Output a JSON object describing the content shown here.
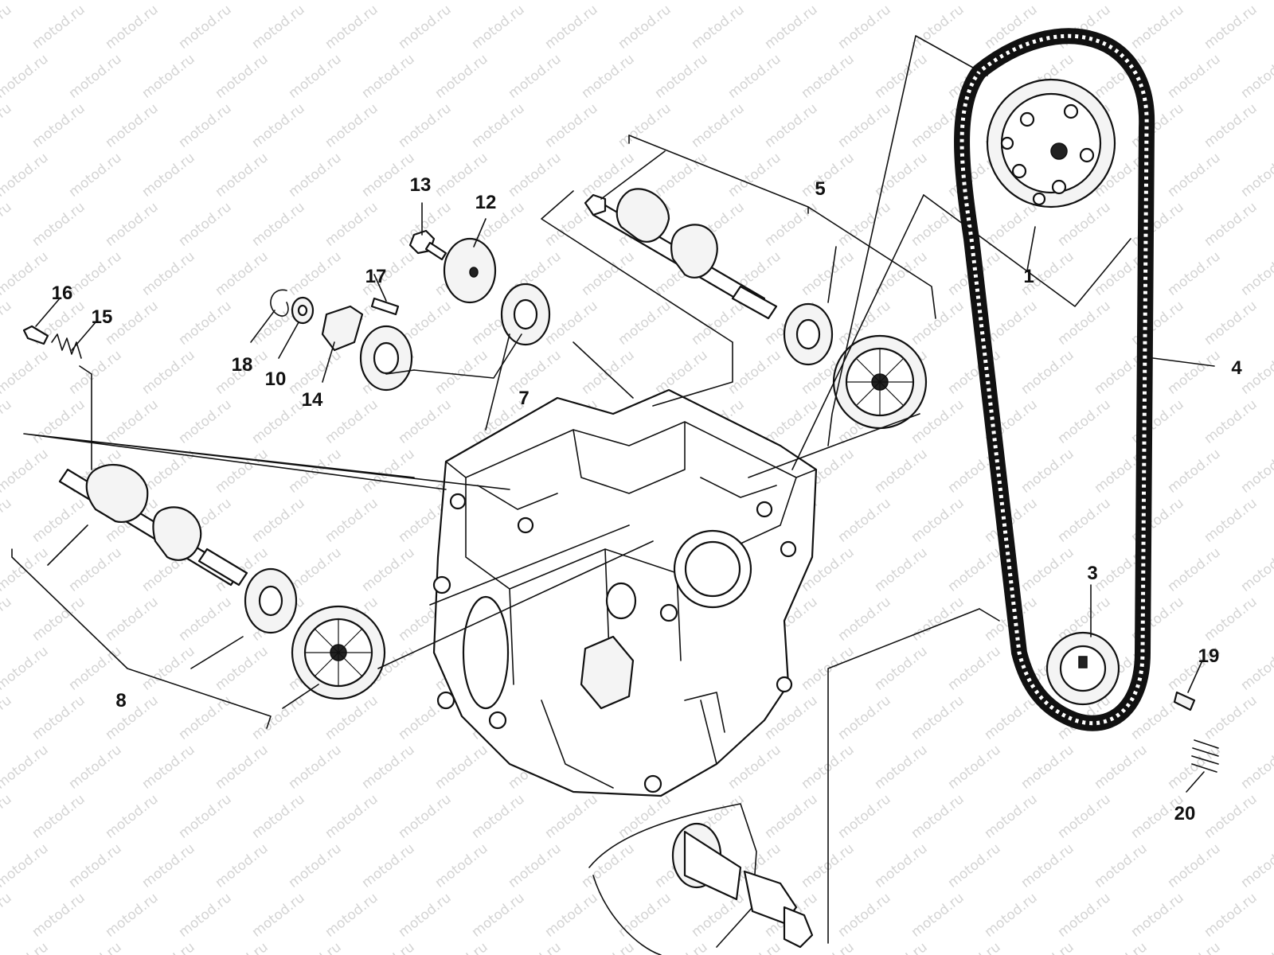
{
  "watermark": {
    "text": "motod.ru"
  },
  "colors": {
    "ink": "#111111",
    "paper": "#ffffff",
    "watermark": "#d4d4d4"
  },
  "callouts": [
    {
      "id": "1",
      "label": "1"
    },
    {
      "id": "3",
      "label": "3"
    },
    {
      "id": "4",
      "label": "4"
    },
    {
      "id": "5",
      "label": "5"
    },
    {
      "id": "7",
      "label": "7"
    },
    {
      "id": "8",
      "label": "8"
    },
    {
      "id": "10",
      "label": "10"
    },
    {
      "id": "12",
      "label": "12"
    },
    {
      "id": "13",
      "label": "13"
    },
    {
      "id": "14",
      "label": "14"
    },
    {
      "id": "15",
      "label": "15"
    },
    {
      "id": "16",
      "label": "16"
    },
    {
      "id": "17",
      "label": "17"
    },
    {
      "id": "18",
      "label": "18"
    },
    {
      "id": "19",
      "label": "19"
    },
    {
      "id": "20",
      "label": "20"
    }
  ]
}
